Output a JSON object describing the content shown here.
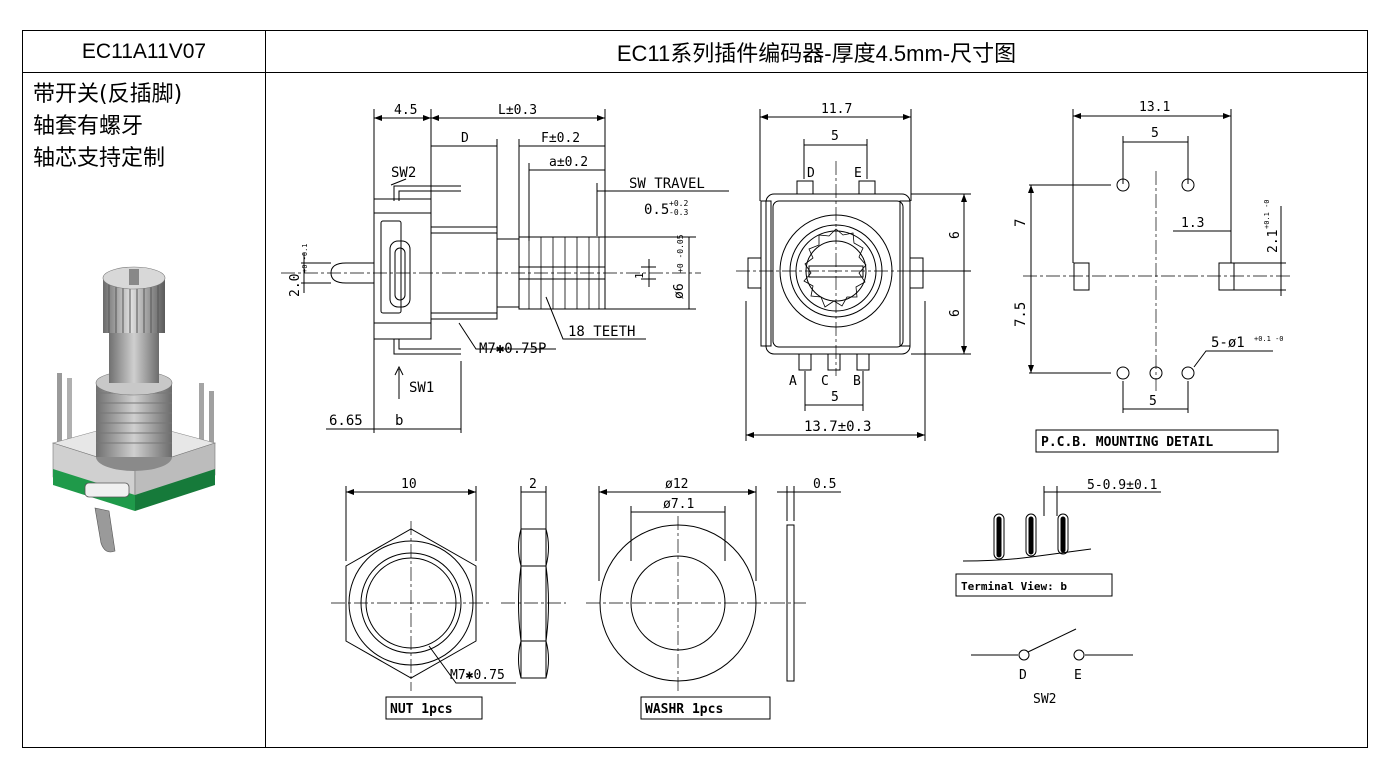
{
  "header": {
    "model": "EC11A11V07",
    "title": "EC11系列插件编码器-厚度4.5mm-尺寸图"
  },
  "features": [
    "带开关(反插脚)",
    "轴套有螺牙",
    "轴芯支持定制"
  ],
  "side_view": {
    "dim_body": "4.5",
    "dim_length": "L±0.3",
    "dim_d": "D",
    "dim_f": "F±0.2",
    "dim_a": "a±0.2",
    "sw_travel": "SW TRAVEL",
    "sw_travel_val": "0.5",
    "sw_travel_tol_up": "+0.2",
    "sw_travel_tol_dn": "-0.3",
    "sw2": "SW2",
    "sw1": "SW1",
    "dim_pin": "2.0",
    "dim_pin_tol": "+0 -0.1",
    "dim_flat": "1",
    "dim_shaft": "ø6",
    "dim_shaft_tol": "+0 -0.05",
    "teeth": "18 TEETH",
    "thread": "M7✱0.75P",
    "dim_665": "6.65",
    "dim_b": "b"
  },
  "front_view": {
    "dim_width": "11.7",
    "dim_top5": "5",
    "pin_d": "D",
    "pin_e": "E",
    "dim_6a": "6",
    "dim_6b": "6",
    "pin_a": "A",
    "pin_c": "C",
    "pin_b": "B",
    "dim_bot5": "5",
    "dim_137": "13.7±0.3"
  },
  "pcb_view": {
    "dim_131": "13.1",
    "dim_top5": "5",
    "dim_7": "7",
    "dim_13": "1.3",
    "dim_21": "2.1",
    "dim_21_tol": "+0.1 -0",
    "dim_75": "7.5",
    "holes": "5-ø1",
    "holes_tol": "+0.1 -0",
    "dim_bot5": "5",
    "label": "P.C.B. MOUNTING DETAIL"
  },
  "nut": {
    "dim_10": "10",
    "dim_2": "2",
    "thread": "M7✱0.75",
    "label": "NUT 1pcs"
  },
  "washer": {
    "dim_o12": "ø12",
    "dim_o71": "ø7.1",
    "dim_05": "0.5",
    "label": "WASHR   1pcs"
  },
  "terminal": {
    "dim": "5-0.9±0.1",
    "label": "Terminal View: b"
  },
  "switch": {
    "d": "D",
    "e": "E",
    "name": "SW2"
  }
}
